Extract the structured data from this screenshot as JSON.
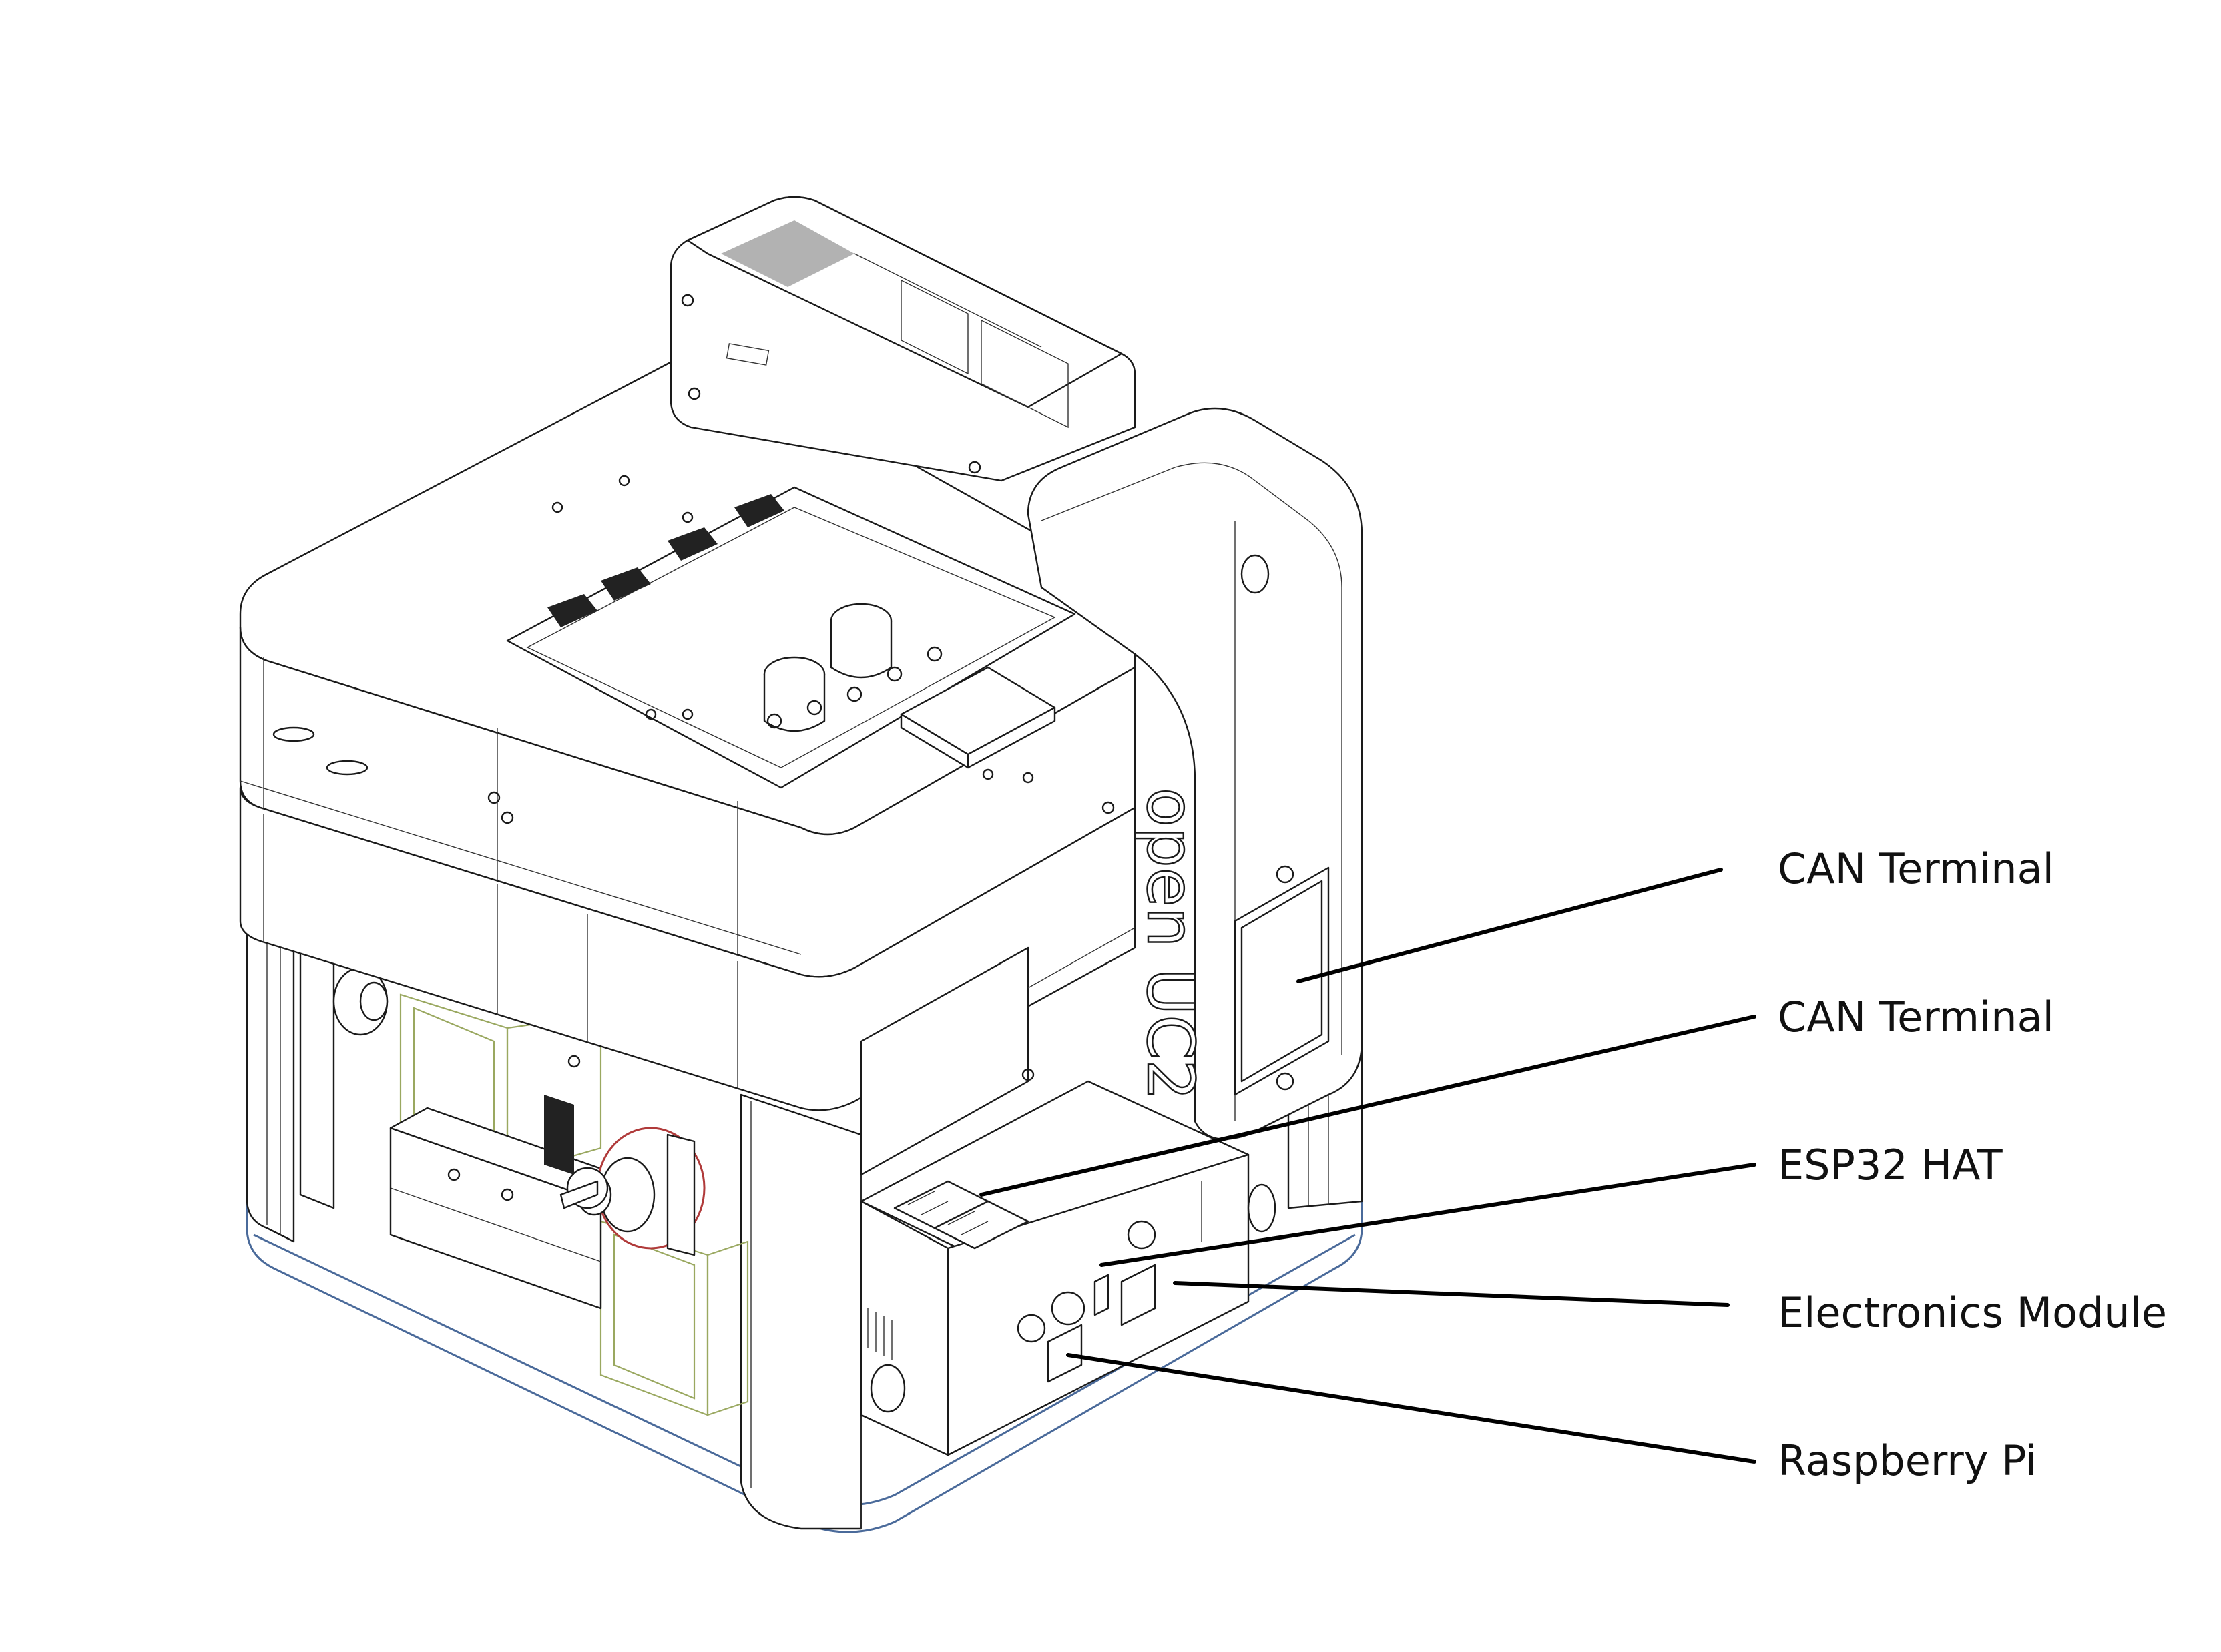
{
  "diagram": {
    "logo_text": "open UC2",
    "labels": [
      {
        "id": "can-terminal-1",
        "text": "CAN Terminal"
      },
      {
        "id": "can-terminal-2",
        "text": "CAN Terminal"
      },
      {
        "id": "esp32-hat",
        "text": "ESP32 HAT"
      },
      {
        "id": "electronics-module",
        "text": "Electronics Module"
      },
      {
        "id": "raspberry-pi",
        "text": "Raspberry Pi"
      }
    ],
    "colors": {
      "line": "#1a1a1a",
      "base_outline": "#4a6a9a",
      "cube_frame": "#9aa860",
      "leader": "#000000"
    }
  }
}
